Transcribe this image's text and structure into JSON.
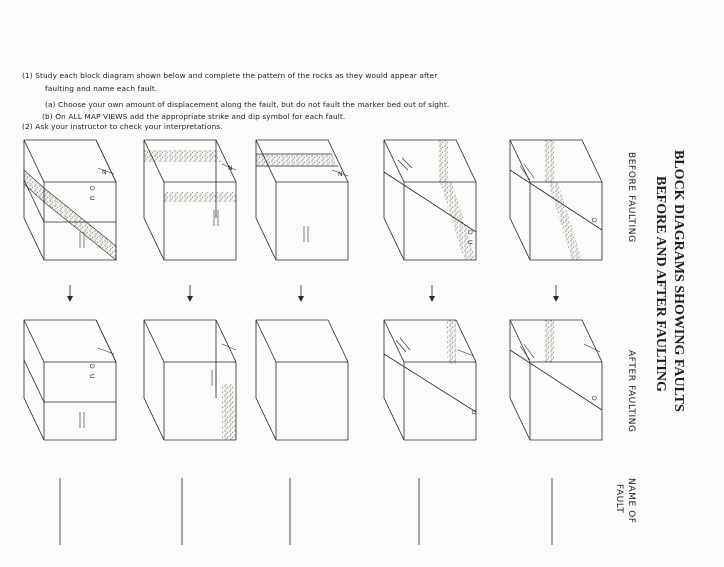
{
  "instructions": {
    "l1": "(1)  Study each block diagram shown below and complete the pattern of the rocks as they would appear after",
    "l1b": "faulting and name each fault.",
    "la": "(a) Choose your own amount of displacement along the fault, but do not fault the marker bed out of sight.",
    "lb": "(b) On ALL MAP VIEWS add the appropriate strike and dip symbol for each fault.",
    "l2": "(2)  Ask your instructor to check your interpretations."
  },
  "title": {
    "line1": "BLOCK DIAGRAMS SHOWING FAULTS",
    "line2": "BEFORE AND AFTER FAULTING"
  },
  "columns": {
    "before": "BEFORE FAULTING",
    "after": "AFTER FAULTING",
    "name1": "NAME OF",
    "name2": "FAULT"
  },
  "labels": {
    "down": "D",
    "up": "U",
    "strike_dip": "N"
  }
}
